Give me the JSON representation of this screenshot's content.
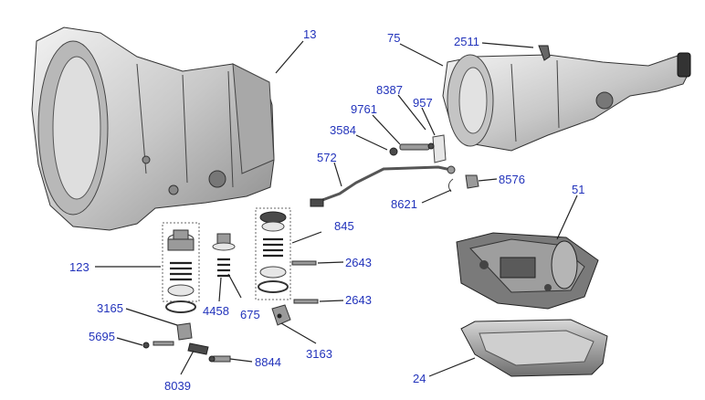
{
  "labels": {
    "p13": "13",
    "p75": "75",
    "p2511": "2511",
    "p8387": "8387",
    "p9761": "9761",
    "p957": "957",
    "p3584": "3584",
    "p572": "572",
    "p8576": "8576",
    "p8621": "8621",
    "p51": "51",
    "p845": "845",
    "p2643a": "2643",
    "p2643b": "2643",
    "p123": "123",
    "p4458": "4458",
    "p675": "675",
    "p3165": "3165",
    "p5695": "5695",
    "p3163": "3163",
    "p8844": "8844",
    "p8039": "8039",
    "p24": "24"
  }
}
